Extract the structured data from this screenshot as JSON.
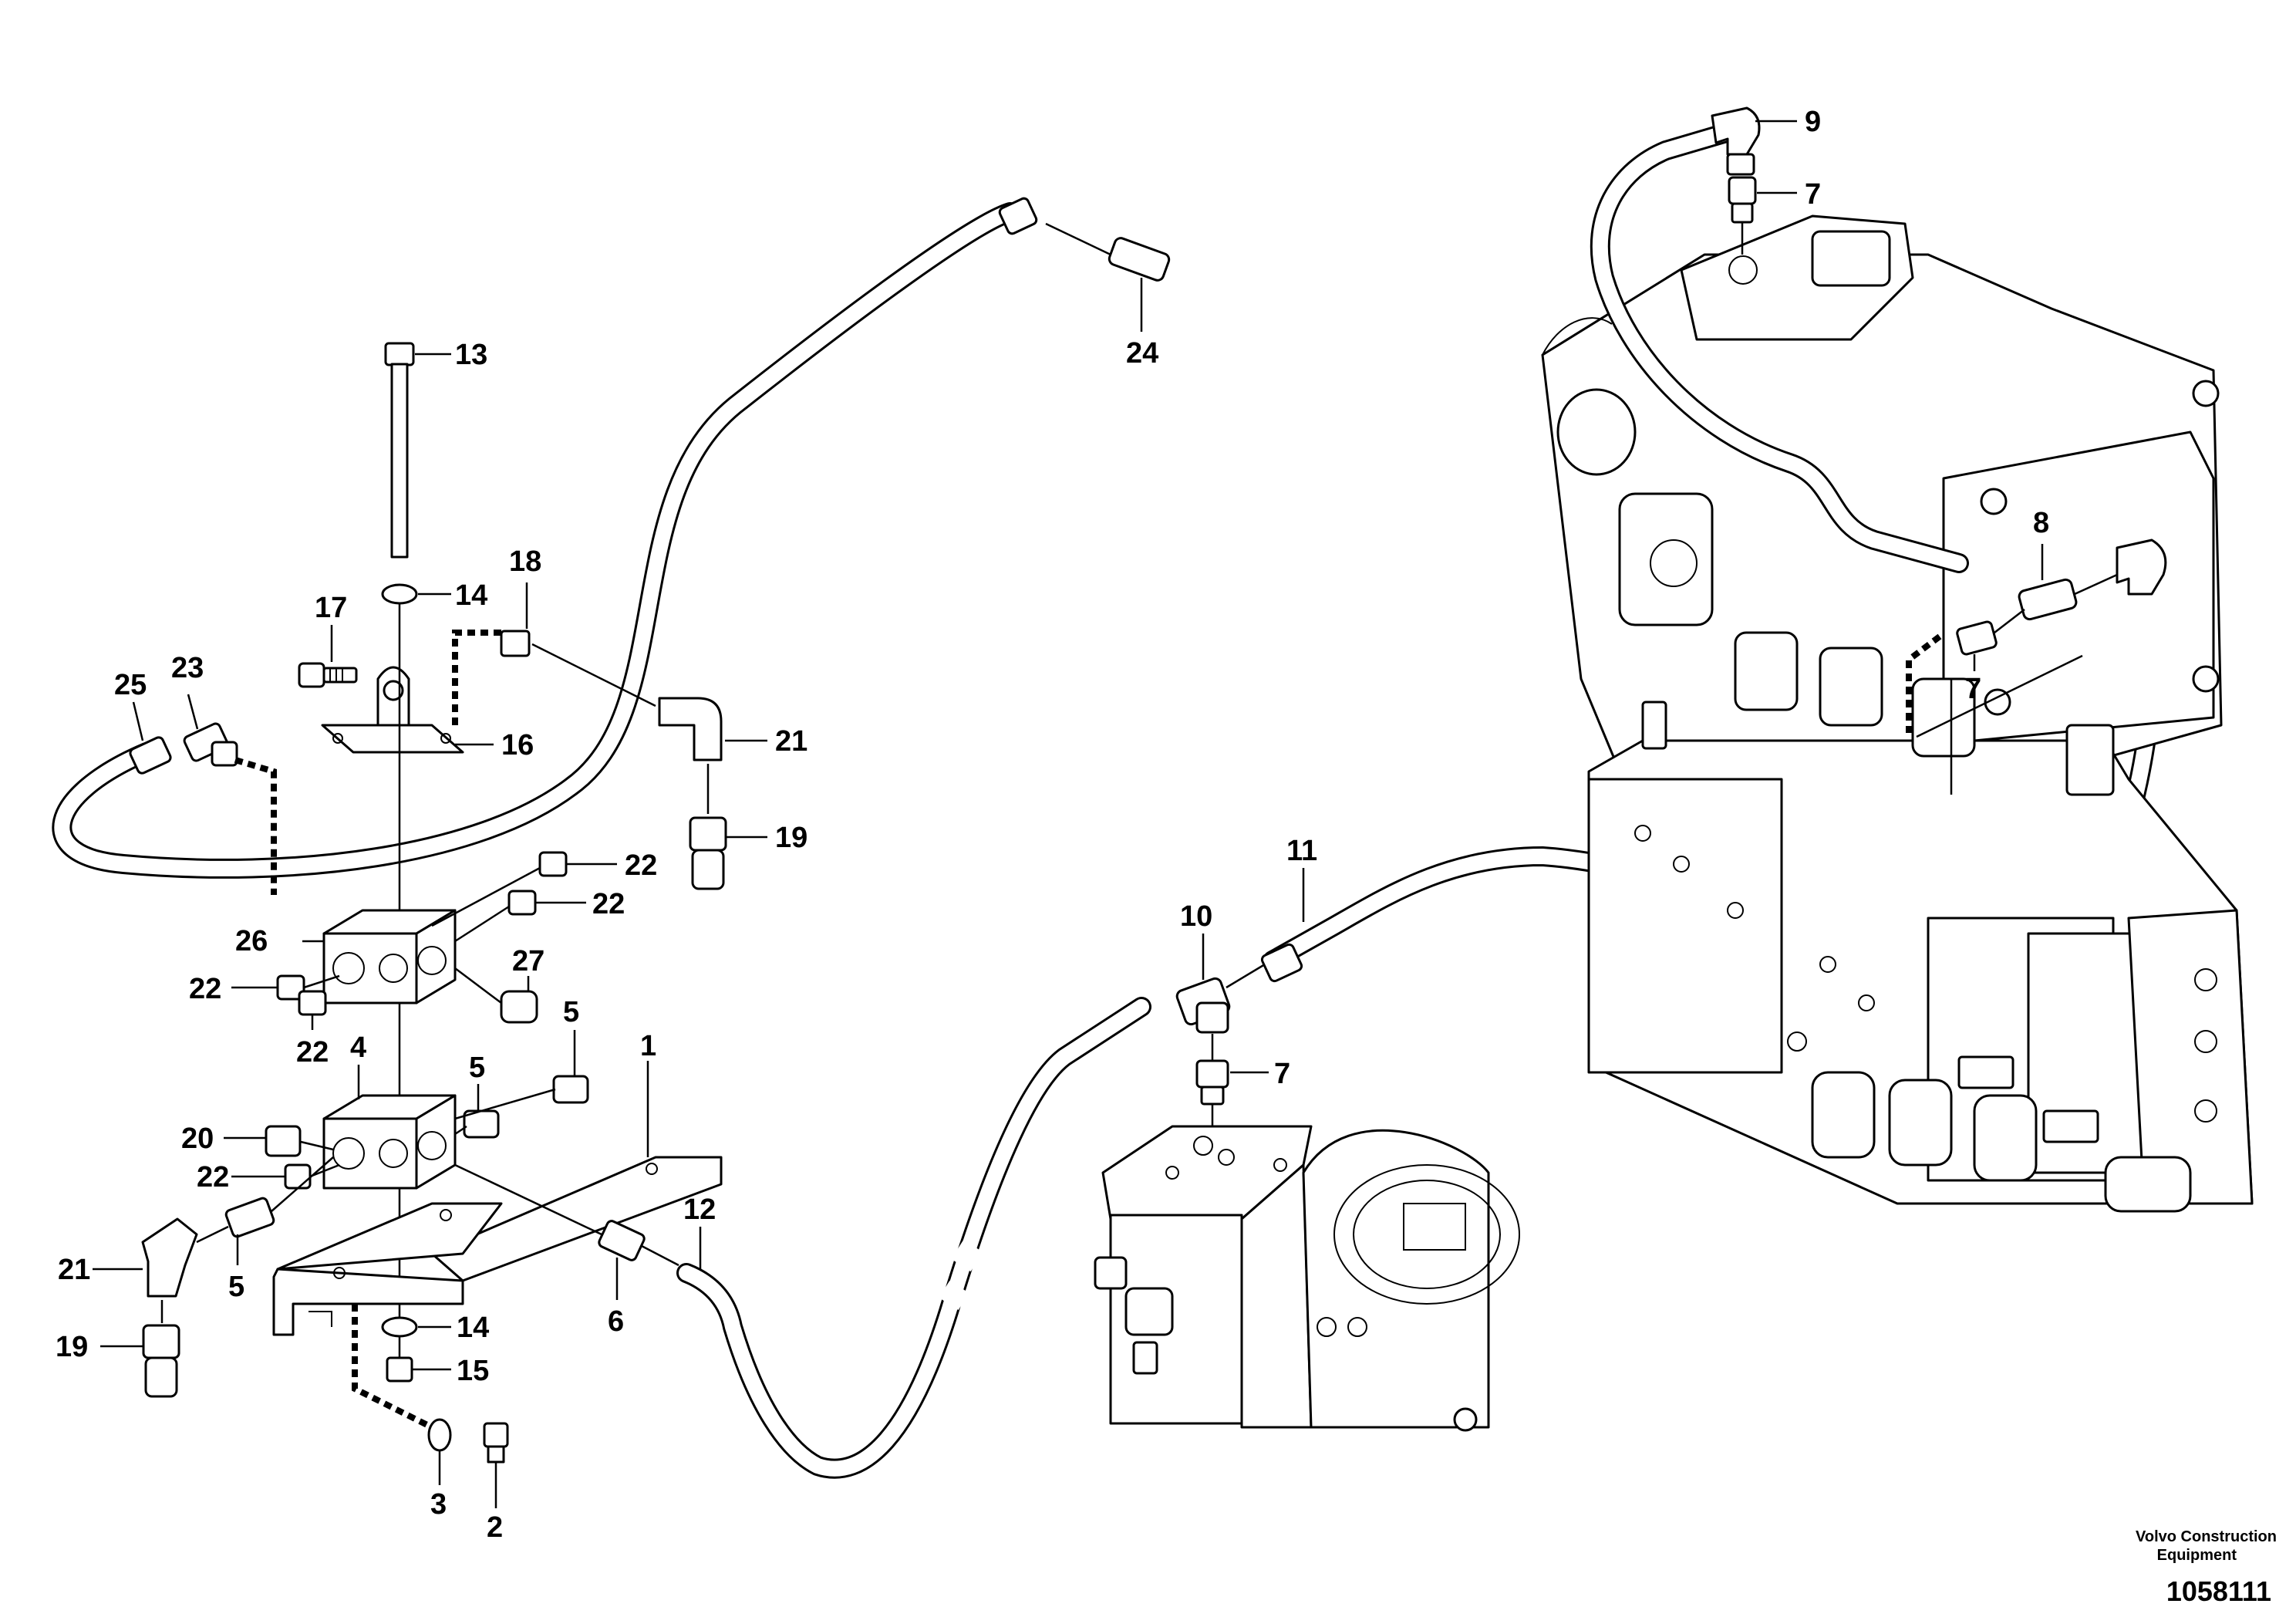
{
  "callouts": [
    {
      "id": "c9",
      "label": "9"
    },
    {
      "id": "c7a",
      "label": "7"
    },
    {
      "id": "c24",
      "label": "24"
    },
    {
      "id": "c13",
      "label": "13"
    },
    {
      "id": "c14a",
      "label": "14"
    },
    {
      "id": "c18",
      "label": "18"
    },
    {
      "id": "c17",
      "label": "17"
    },
    {
      "id": "c16",
      "label": "16"
    },
    {
      "id": "c21a",
      "label": "21"
    },
    {
      "id": "c25",
      "label": "25"
    },
    {
      "id": "c23",
      "label": "23"
    },
    {
      "id": "c19a",
      "label": "19"
    },
    {
      "id": "c22a",
      "label": "22"
    },
    {
      "id": "c22b",
      "label": "22"
    },
    {
      "id": "c26",
      "label": "26"
    },
    {
      "id": "c27",
      "label": "27"
    },
    {
      "id": "c22c",
      "label": "22"
    },
    {
      "id": "c22d",
      "label": "22"
    },
    {
      "id": "c5a",
      "label": "5"
    },
    {
      "id": "c4",
      "label": "4"
    },
    {
      "id": "c5b",
      "label": "5"
    },
    {
      "id": "c1",
      "label": "1"
    },
    {
      "id": "c20",
      "label": "20"
    },
    {
      "id": "c22e",
      "label": "22"
    },
    {
      "id": "c21b",
      "label": "21"
    },
    {
      "id": "c5c",
      "label": "5"
    },
    {
      "id": "c19b",
      "label": "19"
    },
    {
      "id": "c12",
      "label": "12"
    },
    {
      "id": "c6",
      "label": "6"
    },
    {
      "id": "c14b",
      "label": "14"
    },
    {
      "id": "c15",
      "label": "15"
    },
    {
      "id": "c3",
      "label": "3"
    },
    {
      "id": "c2",
      "label": "2"
    },
    {
      "id": "c8",
      "label": "8"
    },
    {
      "id": "c7b",
      "label": "7"
    },
    {
      "id": "c11",
      "label": "11"
    },
    {
      "id": "c10",
      "label": "10"
    },
    {
      "id": "c7c",
      "label": "7"
    }
  ],
  "footer": {
    "brand_line1": "Volvo Construction",
    "brand_line2": "Equipment",
    "doc_number": "1058111"
  }
}
